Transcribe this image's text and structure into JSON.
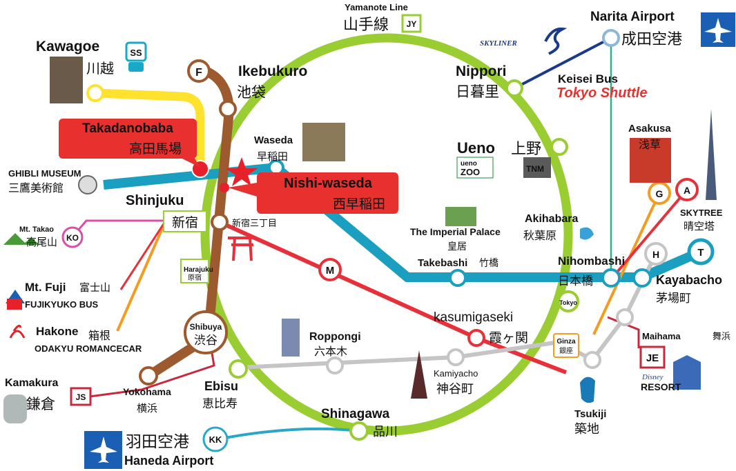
{
  "lines": {
    "yamanote": {
      "label_en": "Yamanote Line",
      "label_ja": "山手線",
      "code": "JY",
      "color": "#9acd32"
    },
    "fukutoshin": {
      "badge": "F",
      "color": "#9c5a2e"
    },
    "marunouchi": {
      "badge": "M",
      "color": "#e8303a"
    },
    "tozai": {
      "badge": "T",
      "color": "#1a9fc0"
    },
    "hibiya": {
      "badge": "H",
      "color": "#b5b5b5"
    },
    "ginza": {
      "badge": "G",
      "color": "#f39c1f"
    },
    "asakusa": {
      "badge": "A",
      "color": "#e8303a"
    },
    "seibu": {
      "badge": "SS",
      "color": "#ffdd22"
    },
    "jr_chuo": {
      "color": "#f39c1f"
    },
    "keikyu_kk": {
      "badge": "KK"
    },
    "jr_keiyo": {
      "badge": "JE"
    },
    "jr_yokosuka": {
      "badge": "JS"
    },
    "odakyu": {
      "badge": "KO"
    },
    "skyliner": {
      "label": "SKYLINER",
      "color": "#1a3a8a"
    },
    "keisei_bus": {
      "label_en": "Keisei Bus",
      "label_brand": "Tokyo Shuttle",
      "color": "#2bb08a"
    }
  },
  "stations": {
    "ikebukuro": {
      "en": "Ikebukuro",
      "ja": "池袋"
    },
    "kawagoe": {
      "en": "Kawagoe",
      "ja": "川越"
    },
    "takadanobaba": {
      "en": "Takadanobaba",
      "ja": "高田馬場"
    },
    "waseda": {
      "en": "Waseda",
      "ja": "早稲田"
    },
    "nishi_waseda": {
      "en": "Nishi-waseda",
      "ja": "西早稲田"
    },
    "ghibli": {
      "en": "GHIBLI MUSEUM",
      "ja": "三鷹美術館"
    },
    "shinjuku": {
      "en": "Shinjuku",
      "ja": "新宿"
    },
    "shinjuku_sanchome": {
      "ja": "新宿三丁目"
    },
    "takao": {
      "en": "Mt. Takao",
      "ja": "高尾山"
    },
    "fuji": {
      "en": "Mt. Fuji",
      "ja": "富士山",
      "bus": "FUJIKYUKO BUS"
    },
    "hakone": {
      "en": "Hakone",
      "ja": "箱根",
      "train": "ODAKYU ROMANCECAR"
    },
    "harajuku": {
      "en": "Harajuku",
      "ja": "原宿"
    },
    "shibuya": {
      "en": "Shibuya",
      "ja": "渋谷"
    },
    "yokohama": {
      "en": "Yokohama",
      "ja": "横浜"
    },
    "kamakura": {
      "en": "Kamakura",
      "ja": "鎌倉"
    },
    "ebisu": {
      "en": "Ebisu",
      "ja": "恵比寿"
    },
    "roppongi": {
      "en": "Roppongi",
      "ja": "六本木"
    },
    "kamiyacho": {
      "en": "Kamiyacho",
      "ja": "神谷町"
    },
    "kasumigaseki": {
      "en": "kasumigaseki",
      "ja": "霞ヶ関"
    },
    "shinagawa": {
      "en": "Shinagawa",
      "ja": "品川"
    },
    "haneda": {
      "en": "Haneda Airport",
      "ja": "羽田空港"
    },
    "ginza": {
      "en": "Ginza",
      "ja": "銀座"
    },
    "tsukiji": {
      "en": "Tsukiji",
      "ja": "築地"
    },
    "tokyo": {
      "en": "Tokyo"
    },
    "nihombashi": {
      "en": "Nihombashi",
      "ja": "日本橋"
    },
    "kayabacho": {
      "en": "Kayabacho",
      "ja": "茅場町"
    },
    "takebashi": {
      "en": "Takebashi",
      "ja": "竹橋"
    },
    "imperial_palace": {
      "en": "The Imperial Palace",
      "ja": "皇居"
    },
    "akihabara": {
      "en": "Akihabara",
      "ja": "秋葉原"
    },
    "ueno": {
      "en": "Ueno",
      "ja": "上野",
      "zoo_a": "ueno",
      "zoo_b": "ZOO",
      "museum": "TNM"
    },
    "nippori": {
      "en": "Nippori",
      "ja": "日暮里"
    },
    "narita": {
      "en": "Narita Airport",
      "ja": "成田空港"
    },
    "asakusa": {
      "en": "Asakusa",
      "ja": "浅草"
    },
    "skytree": {
      "en": "SKYTREE",
      "ja": "晴空塔"
    },
    "maihama": {
      "en": "Maihama",
      "ja": "舞浜",
      "resort": "RESORT",
      "brand": "Disney"
    }
  }
}
